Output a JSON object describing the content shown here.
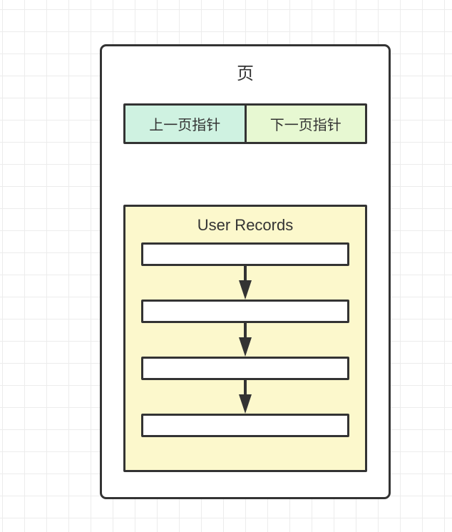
{
  "page": {
    "title": "页",
    "pointers": {
      "prev_label": "上一页指针",
      "next_label": "下一页指针"
    },
    "records": {
      "title": "User Records",
      "rows": [
        "",
        "",
        "",
        ""
      ]
    },
    "icons": {
      "record_link": "arrow-down-icon"
    }
  },
  "colors": {
    "border": "#333333",
    "text": "#333333",
    "prev_pointer_bg": "#cff2e1",
    "next_pointer_bg": "#e7f8d2",
    "records_bg": "#fcf8cc",
    "record_row_bg": "#ffffff",
    "page_bg": "#ffffff",
    "grid_line": "#ececec"
  }
}
